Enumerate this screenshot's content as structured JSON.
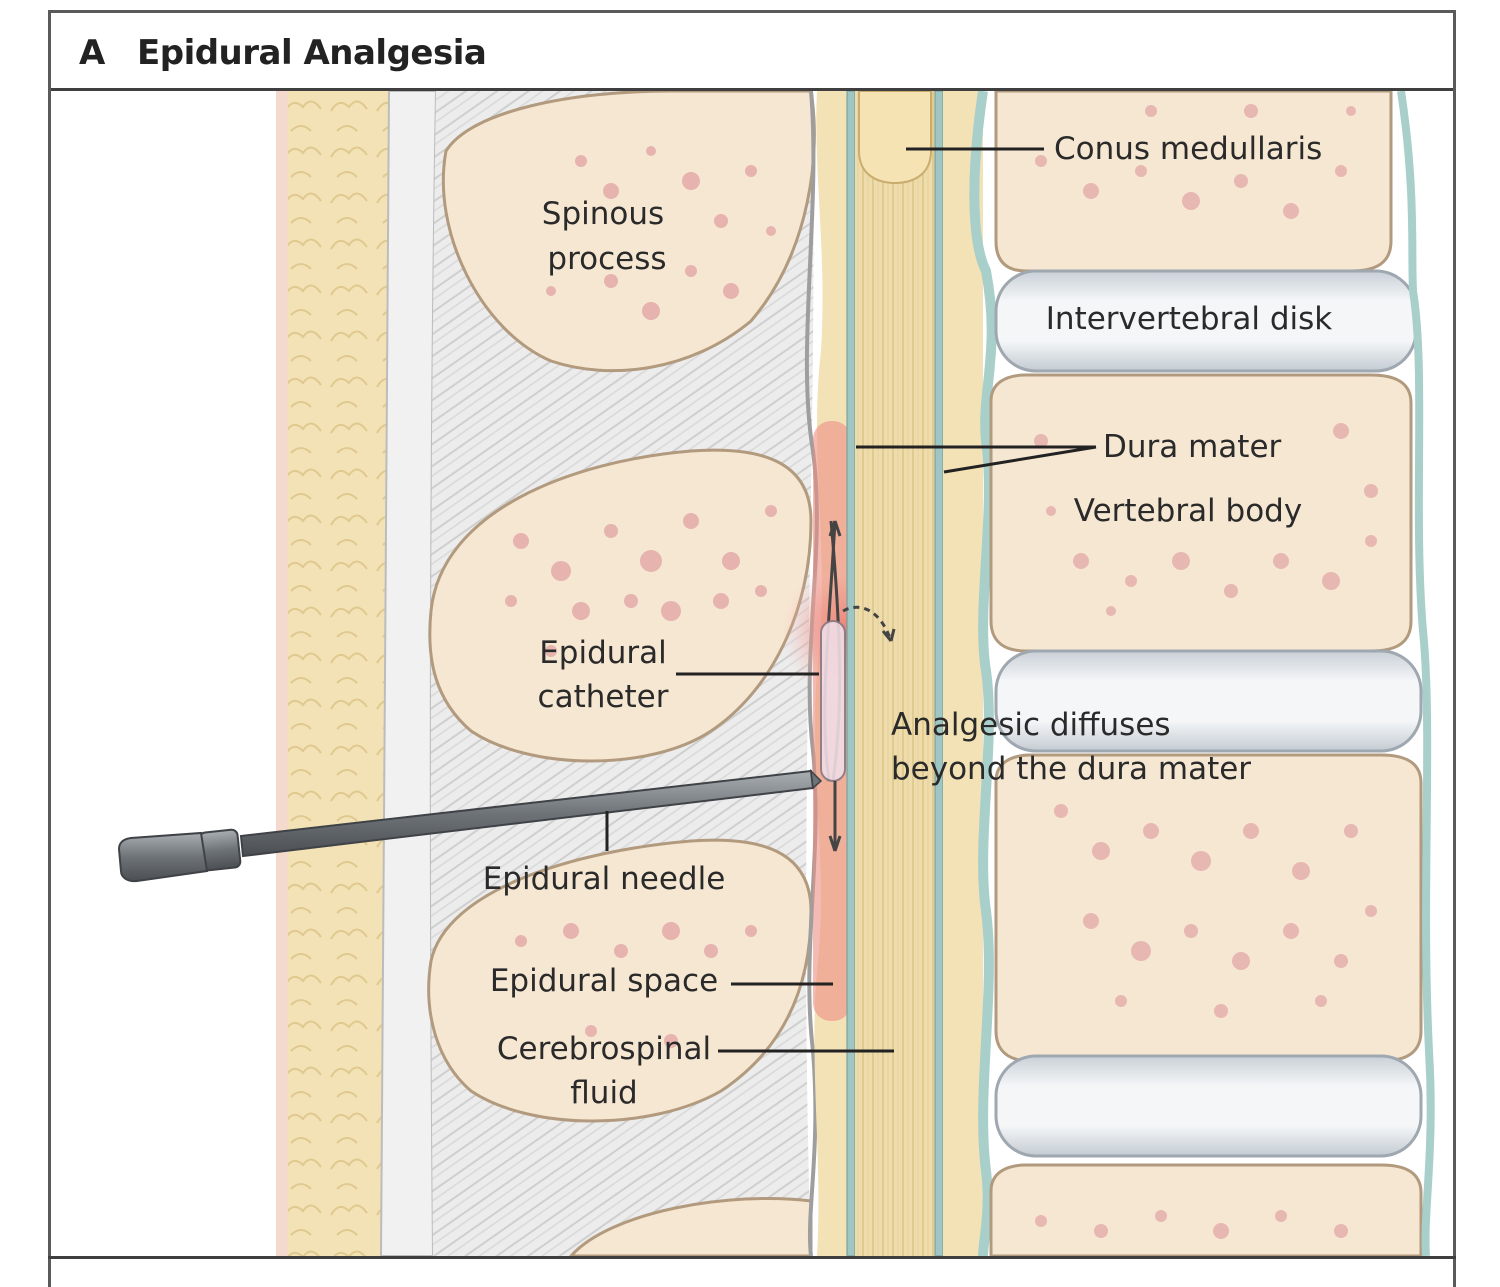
{
  "figure": {
    "panel_letter": "A",
    "panel_title": "Epidural Analgesia"
  },
  "labels": {
    "conus_medullaris": "Conus medullaris",
    "spinous_process_line1": "Spinous",
    "spinous_process_line2": "process",
    "intervertebral_disk": "Intervertebral disk",
    "dura_mater": "Dura mater",
    "vertebral_body": "Vertebral body",
    "epidural_catheter_line1": "Epidural",
    "epidural_catheter_line2": "catheter",
    "analgesic_line1": "Analgesic diffuses",
    "analgesic_line2": "beyond the dura mater",
    "epidural_needle": "Epidural needle",
    "epidural_space": "Epidural space",
    "csf_line1": "Cerebrospinal",
    "csf_line2": "fluid"
  },
  "colors": {
    "bone": "#f6e7d2",
    "bone_pink": "#e3a7a6",
    "fat": "#f3e2b6",
    "ligament": "#e6e6e6",
    "disk": "#e9edf0",
    "cord": "#efdcab",
    "dura": "#9fc6c3",
    "analgesic_glow": "#ec8e84",
    "needle": "#7d8287"
  }
}
